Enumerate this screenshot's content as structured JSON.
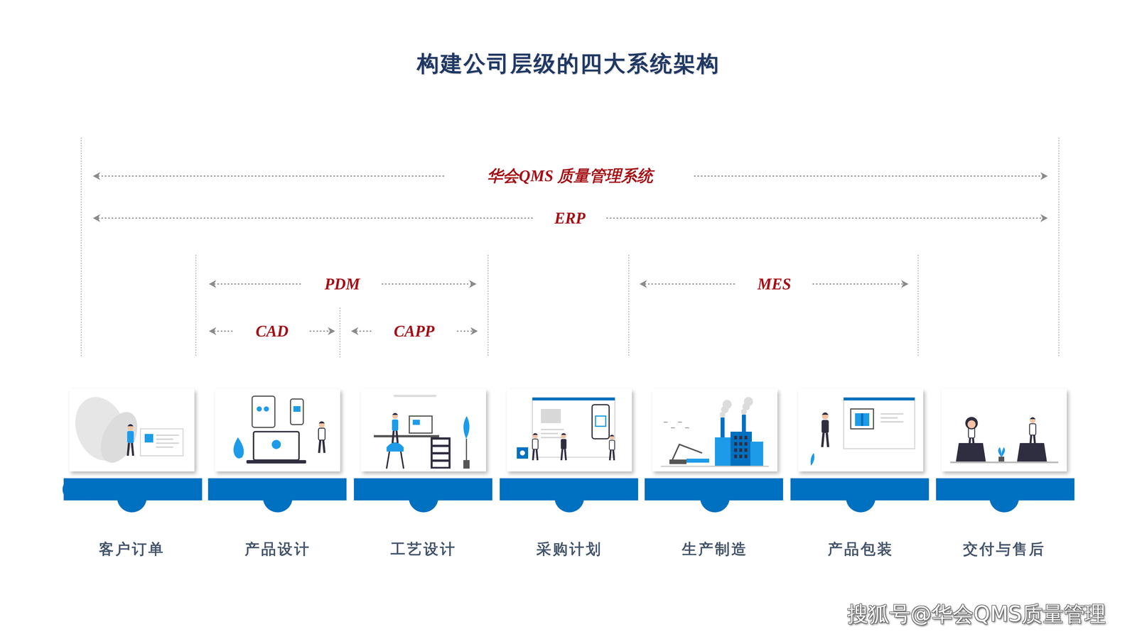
{
  "diagram": {
    "title": "构建公司层级的四大系统架构",
    "nodes": [
      {
        "text": [
          "客户订单"
        ]
      },
      {
        "text": [
          "产品设计"
        ]
      },
      {
        "text": [
          "工艺设计"
        ]
      },
      {
        "text": [
          "采购计划"
        ]
      },
      {
        "text": [
          "生产制造"
        ]
      },
      {
        "text": [
          "产品包装"
        ]
      },
      {
        "text": [
          "交付与售后"
        ]
      }
    ],
    "labels": [
      "华会QMS 质量管理系统",
      "ERP",
      "PDM",
      "CAD",
      "CAPP",
      "MES",
      "搜狐号@华会QMS质量管理"
    ]
  }
}
